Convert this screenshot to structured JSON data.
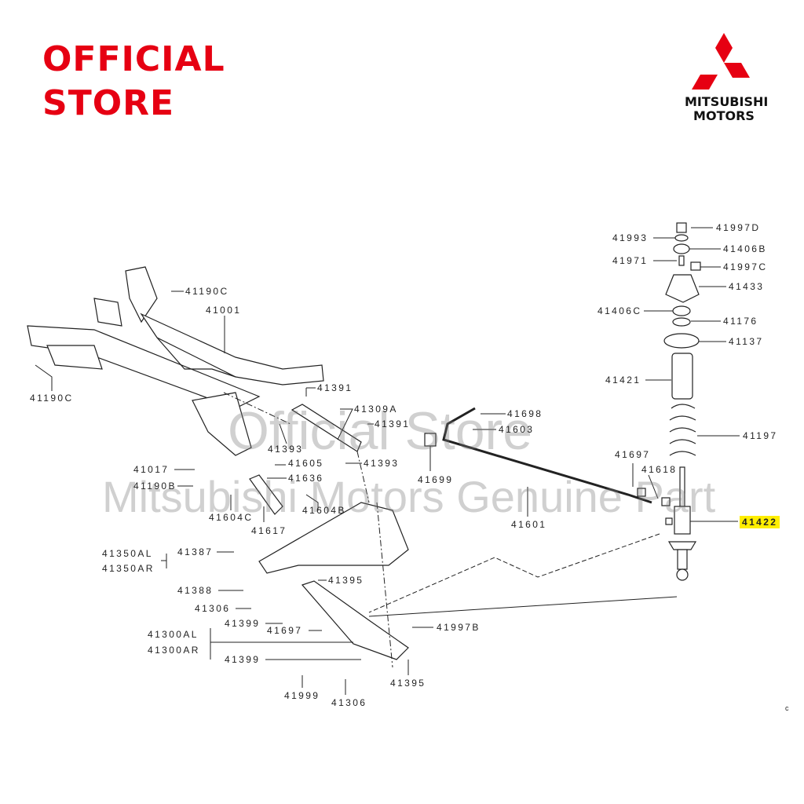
{
  "brand": {
    "official_line1": "OFFICIAL",
    "official_line2": "STORE",
    "logo_line1": "MITSUBISHI",
    "logo_line2": "MOTORS",
    "logo_color": "#e60012"
  },
  "watermark": {
    "line1": "Official Store",
    "line2": "Mitsubishi Motors Genuine Part"
  },
  "highlight_color": "#ffee00",
  "labels": [
    "41190C",
    "41001",
    "41190C",
    "41391",
    "41309A",
    "41391",
    "41393",
    "41393",
    "41699",
    "41698",
    "41603",
    "41601",
    "41017",
    "41190B",
    "41605",
    "41636",
    "41604C",
    "41604B",
    "41617",
    "41350AL",
    "41350AR",
    "41387",
    "41388",
    "41306",
    "41395",
    "41399",
    "41697",
    "41997B",
    "41300AL",
    "41300AR",
    "41399",
    "41999",
    "41306",
    "41395",
    "41997D",
    "41993",
    "41406B",
    "41971",
    "41997C",
    "41433",
    "41406C",
    "41176",
    "41137",
    "41421",
    "41197",
    "41697",
    "41618",
    "41422"
  ],
  "corner_mark": "c"
}
